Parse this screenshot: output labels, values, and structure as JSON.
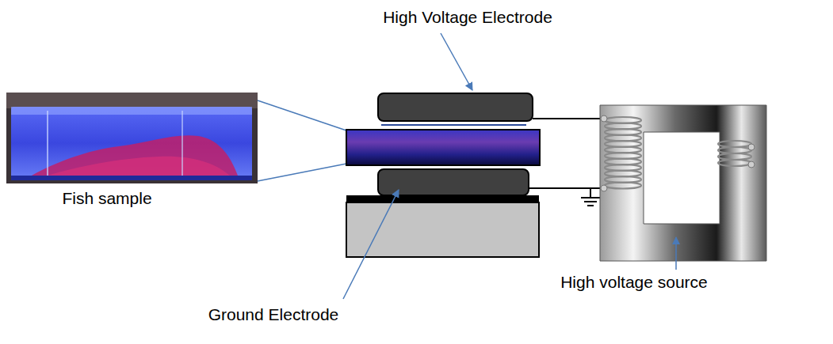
{
  "diagram": {
    "labels": [
      "High Voltage Electrode",
      "Fish sample",
      "High voltage source",
      "Ground Electrode"
    ]
  }
}
